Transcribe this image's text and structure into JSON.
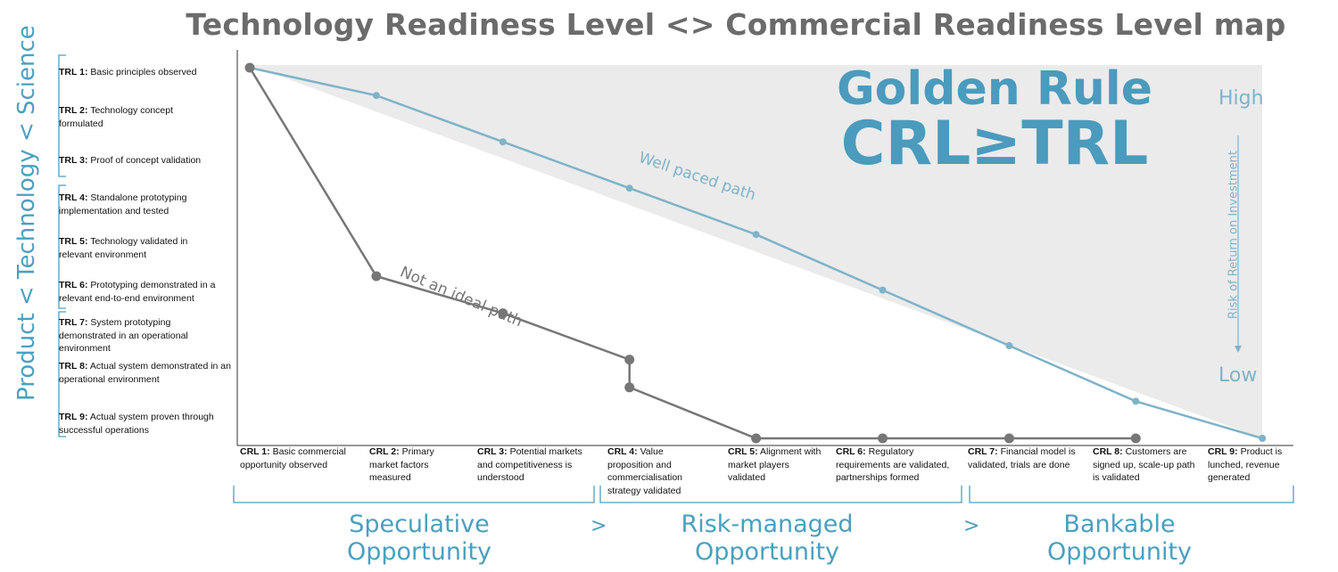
{
  "title": "Technology Readiness Level <> Commercial Readiness Level map",
  "y_axis_label": "Product < Technology < Science",
  "trl_levels": [
    {
      "code": "TRL 1:",
      "text": "Basic principles observed"
    },
    {
      "code": "TRL 2:",
      "text": "Technology concept formulated"
    },
    {
      "code": "TRL 3:",
      "text": "Proof of concept validation"
    },
    {
      "code": "TRL 4:",
      "text": "Standalone prototyping implementation and tested"
    },
    {
      "code": "TRL 5:",
      "text": "Technology validated in relevant environment"
    },
    {
      "code": "TRL 6:",
      "text": "Prototyping demonstrated in a relevant end-to-end environment"
    },
    {
      "code": "TRL 7:",
      "text": "System prototyping demonstrated in an operational environment"
    },
    {
      "code": "TRL 8:",
      "text": "Actual system demonstrated in an operational environment"
    },
    {
      "code": "TRL 9:",
      "text": "Actual system proven through successful operations"
    }
  ],
  "crl_levels": [
    {
      "code": "CRL 1:",
      "text": "Basic commercial opportunity observed"
    },
    {
      "code": "CRL 2:",
      "text": "Primary market factors measured"
    },
    {
      "code": "CRL 3:",
      "text": "Potential markets and competitiveness is understood"
    },
    {
      "code": "CRL 4:",
      "text": "Value proposition and commercialisation strategy validated"
    },
    {
      "code": "CRL 5:",
      "text": "Alignment with market players validated"
    },
    {
      "code": "CRL 6:",
      "text": "Regulatory requirements are validated, partnerships formed"
    },
    {
      "code": "CRL 7:",
      "text": "Financial model is validated, trials are done"
    },
    {
      "code": "CRL 8:",
      "text": "Customers are signed up, scale-up path is validated"
    },
    {
      "code": "CRL 9:",
      "text": "Product is lunched, revenue generated"
    }
  ],
  "zones": [
    {
      "line1": "Speculative",
      "line2": "Opportunity"
    },
    {
      "line1": "Risk-managed",
      "line2": "Opportunity"
    },
    {
      "line1": "Bankable",
      "line2": "Opportunity"
    }
  ],
  "zone_separator": ">",
  "golden_rule": {
    "line1": "Golden Rule",
    "line2": "CRL≥TRL"
  },
  "risk_axis": {
    "label": "Risk of Return on Investment",
    "high": "High",
    "low": "Low"
  },
  "chart_data": {
    "type": "line",
    "x_categories": [
      "CRL 1",
      "CRL 2",
      "CRL 3",
      "CRL 4",
      "CRL 5",
      "CRL 6",
      "CRL 7",
      "CRL 8",
      "CRL 9"
    ],
    "y_categories": [
      "TRL 1",
      "TRL 2",
      "TRL 3",
      "TRL 4",
      "TRL 5",
      "TRL 6",
      "TRL 7",
      "TRL 8",
      "TRL 9"
    ],
    "series": [
      {
        "name": "Well paced path",
        "color": "#7fb3c9",
        "points": [
          [
            1,
            1
          ],
          [
            2,
            1.6
          ],
          [
            3,
            2.6
          ],
          [
            4,
            3.6
          ],
          [
            5,
            4.6
          ],
          [
            6,
            5.8
          ],
          [
            7,
            7.0
          ],
          [
            8,
            8.2
          ],
          [
            9,
            9.0
          ]
        ]
      },
      {
        "name": "Not an ideal path",
        "color": "#777777",
        "points": [
          [
            1,
            1
          ],
          [
            2,
            5.5
          ],
          [
            3,
            6.3
          ],
          [
            4,
            7.3
          ],
          [
            4,
            7.9
          ],
          [
            5,
            9.0
          ],
          [
            6,
            9.0
          ],
          [
            7,
            9.0
          ],
          [
            8,
            9.0
          ]
        ]
      }
    ],
    "shaded_region": "CRL≥TRL"
  },
  "colors": {
    "accent": "#4a9bbd",
    "path_blue": "#7fb3c9",
    "path_grey": "#777777",
    "shade": "#ebebeb",
    "title": "#6b6b6b"
  }
}
